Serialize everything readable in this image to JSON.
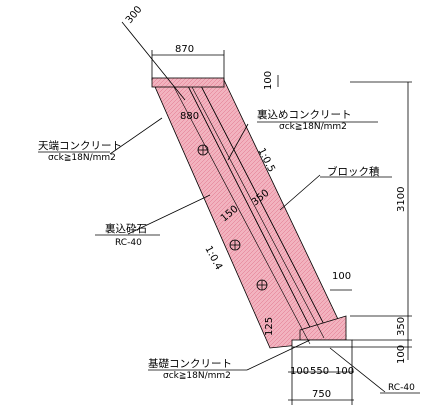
{
  "colors": {
    "section_fill": "#f2b3bf",
    "line": "#000000",
    "background": "#ffffff"
  },
  "labels": {
    "crown_concrete": "天端コンクリート",
    "crown_concrete_spec": "σck≧18N/mm2",
    "backfill_concrete": "裏込めコンクリート",
    "backfill_concrete_spec": "σck≧18N/mm2",
    "block_masonry": "ブロック積",
    "backfill_gravel": "裏込砕石",
    "backfill_gravel_spec": "RC-40",
    "base_concrete": "基礎コンクリート",
    "base_concrete_spec": "σck≧18N/mm2",
    "base_gravel_spec": "RC-40"
  },
  "dimensions": {
    "d300": "300",
    "d870": "870",
    "d880": "880",
    "d100_top": "100",
    "d3100": "3100",
    "d150": "150",
    "d350_mid": "350",
    "d100_right": "100",
    "d350_right": "350",
    "d100_bottom_right": "100",
    "d125": "125",
    "d100_a": "100",
    "d550": "550",
    "d100_b": "100",
    "d750": "750"
  },
  "slopes": {
    "slope_front": "1:0.5",
    "slope_back": "1:0.4"
  }
}
